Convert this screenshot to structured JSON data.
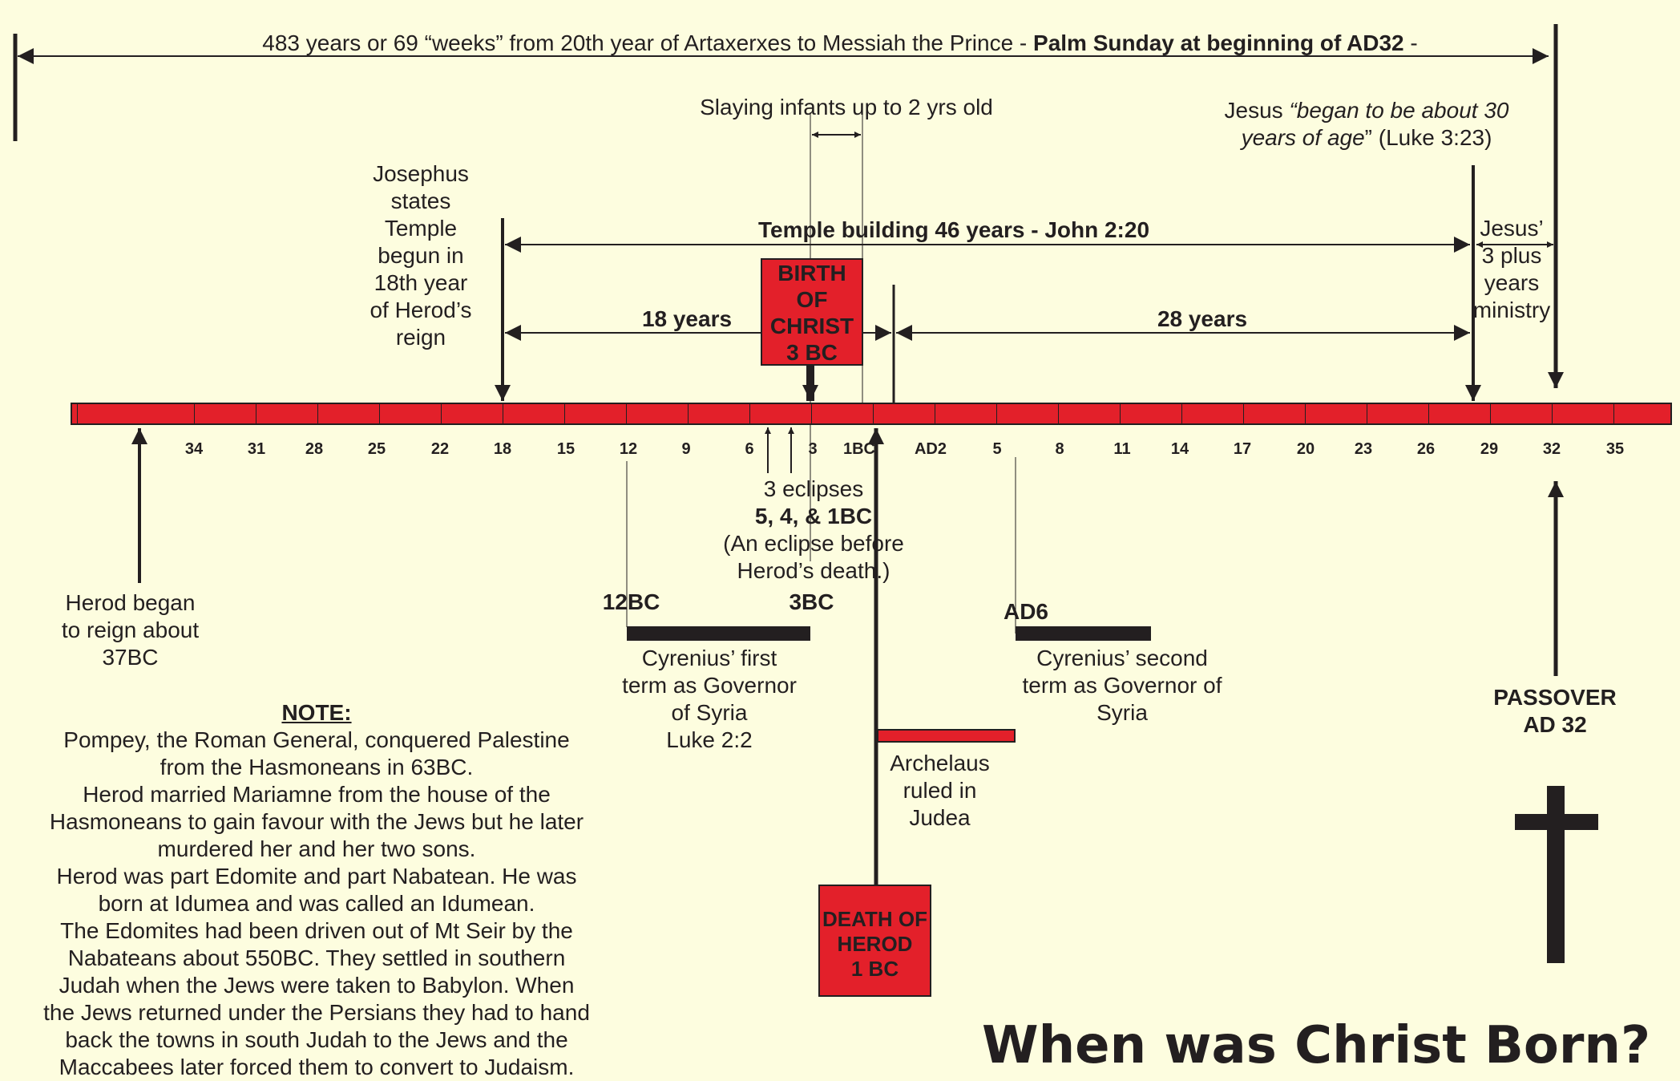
{
  "title": "When was Christ Born?",
  "span": {
    "main": "483 years  or 69 “weeks” from 20th year of Artaxerxes to Messiah the Prince - ",
    "bold": "Palm Sunday at beginning of AD32",
    "tail": " -"
  },
  "slaying": "Slaying infants up to 2 yrs old",
  "jesus_age": {
    "l1_plain": "Jesus ",
    "l1_italic": "“began to be about 30",
    "l2_italic": "years of age",
    "l2_plain": "” (Luke 3:23)"
  },
  "josephus": [
    "Josephus",
    "states",
    "Temple",
    "begun in",
    "18th year",
    "of Herod’s",
    "reign"
  ],
  "temple_building": "Temple building  46 years - John 2:20",
  "ministry": [
    "Jesus’",
    "3 plus",
    "years",
    "ministry"
  ],
  "eighteen_years": "18 years",
  "twentyeight_years": "28 years",
  "birth_box": [
    "BIRTH",
    "OF",
    "CHRIST",
    "3 BC"
  ],
  "death_box": [
    "DEATH OF",
    "HEROD",
    "1 BC"
  ],
  "ticks": [
    "34",
    "31",
    "28",
    "25",
    "22",
    "18",
    "15",
    "12",
    "9",
    "6",
    "3",
    "1BC",
    "AD2",
    "5",
    "8",
    "11",
    "14",
    "17",
    "20",
    "23",
    "26",
    "29",
    "32",
    "35"
  ],
  "eclipses": {
    "l1": "3 eclipses",
    "l2": "5, 4, & 1BC",
    "l3": "(An eclipse before",
    "l4": "Herod’s death.)"
  },
  "herod_began": [
    "Herod began",
    "to reign about",
    "37BC"
  ],
  "cyrenius1": {
    "start": "12BC",
    "end": "3BC",
    "label": [
      "Cyrenius’ first",
      "term as Governor",
      "of Syria",
      "Luke 2:2"
    ]
  },
  "cyrenius2": {
    "start": "AD6",
    "label": [
      "Cyrenius’ second",
      "term as Governor of",
      "Syria"
    ]
  },
  "archelaus": [
    "Archelaus",
    "ruled in",
    "Judea"
  ],
  "passover": [
    "PASSOVER",
    "AD 32"
  ],
  "note": {
    "heading": "NOTE:",
    "lines": [
      "Pompey, the Roman General, conquered Palestine",
      "from the Hasmoneans in 63BC.",
      "Herod married Mariamne from the house of the",
      "Hasmoneans to gain favour with the Jews but he later",
      "murdered her and her two sons.",
      "Herod was part Edomite and part Nabatean.  He was",
      "born at Idumea and was called an Idumean.",
      "The Edomites had been driven out of Mt Seir by the",
      "Nabateans about 550BC.  They settled in southern",
      "Judah when the Jews were taken to Babylon.  When",
      "the Jews returned under the Persians they had to hand",
      "back the towns in south Judah to the Jews and the",
      "Maccabees later forced them to convert to Judaism."
    ]
  },
  "colors": {
    "background": "#fdfddf",
    "red": "#e3202a",
    "ink": "#231f20"
  },
  "icons": {
    "cross": "cross-icon"
  }
}
